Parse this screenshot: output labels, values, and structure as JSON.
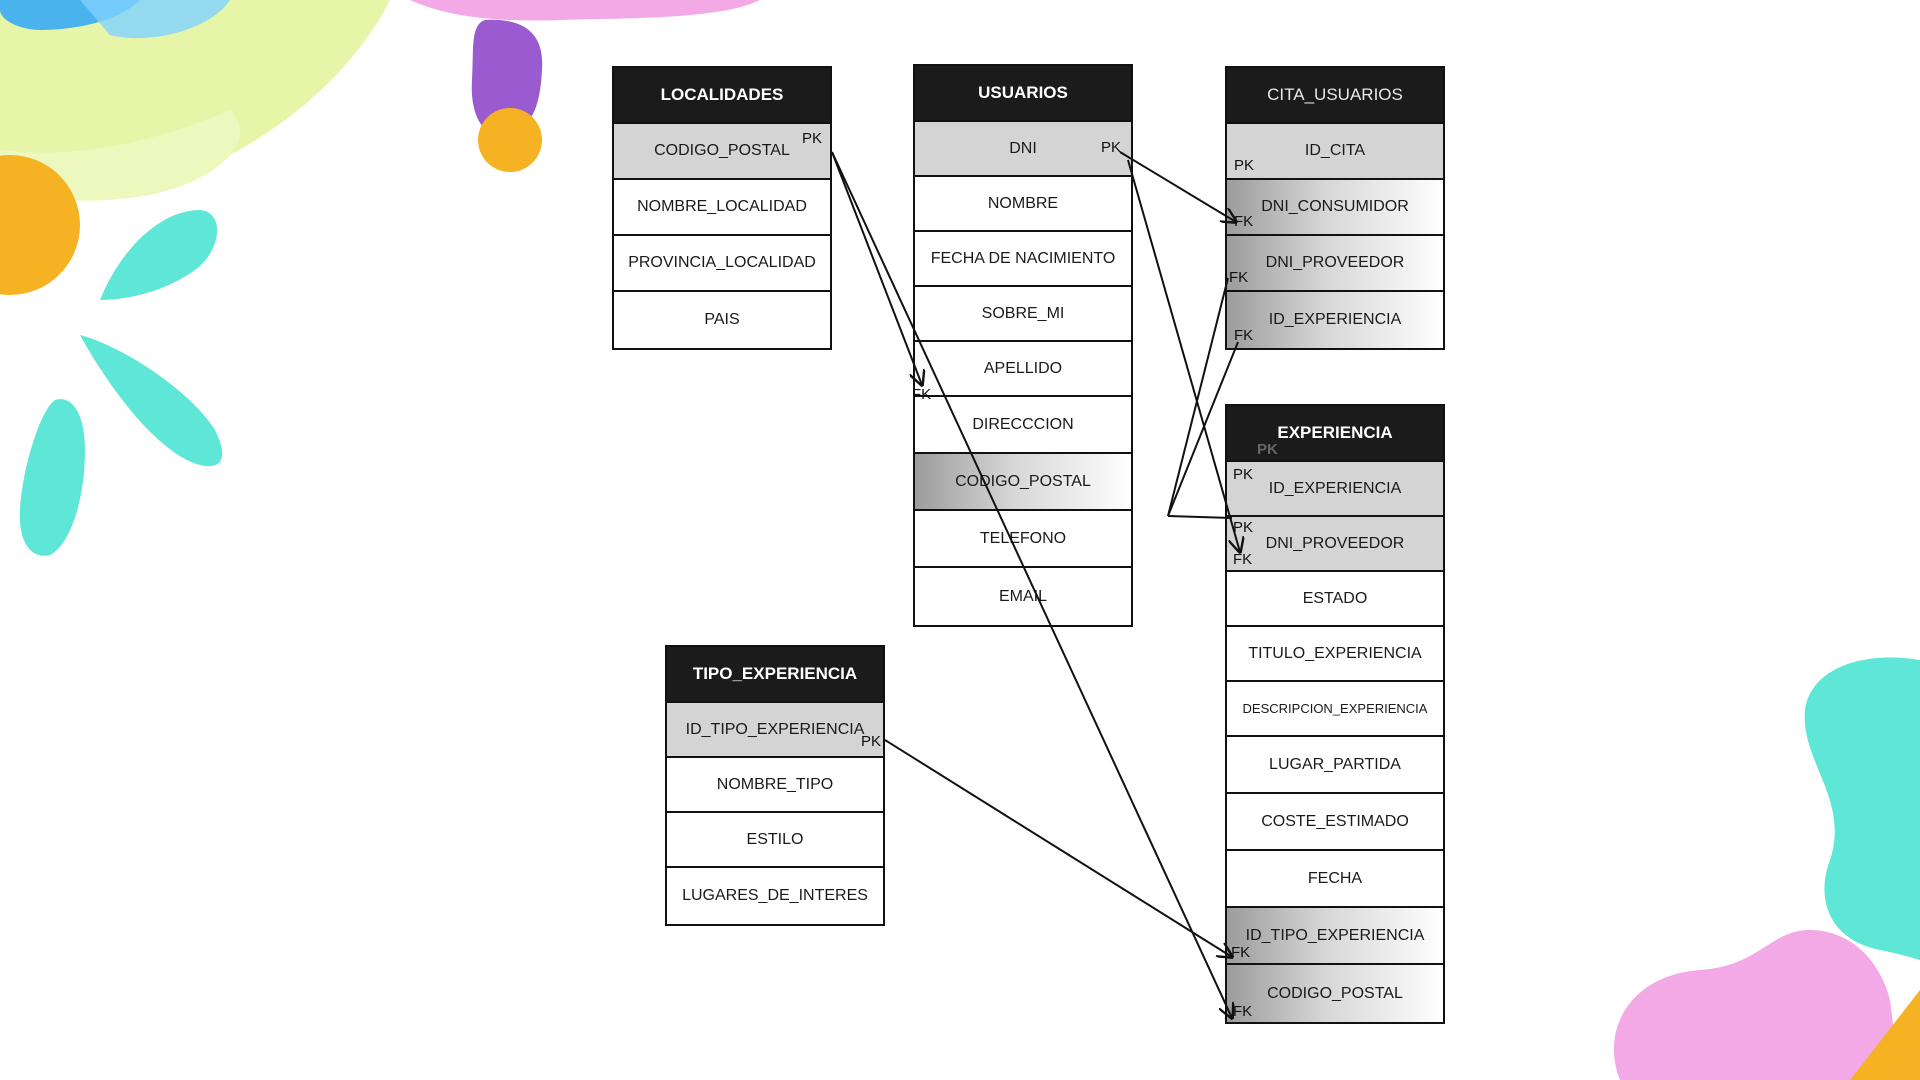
{
  "tables": {
    "localidades": {
      "title": "LOCALIDADES",
      "rows": [
        "CODIGO_POSTAL",
        "NOMBRE_LOCALIDAD",
        "PROVINCIA_LOCALIDAD",
        "PAIS"
      ]
    },
    "usuarios": {
      "title": "USUARIOS",
      "rows": [
        "DNI",
        "NOMBRE",
        "FECHA DE NACIMIENTO",
        "SOBRE_MI",
        "APELLIDO",
        "DIRECCCION",
        "CODIGO_POSTAL",
        "TELEFONO",
        "EMAIL"
      ]
    },
    "cita_usuarios": {
      "title": "CITA_USUARIOS",
      "rows": [
        "ID_CITA",
        "DNI_CONSUMIDOR",
        "DNI_PROVEEDOR",
        "ID_EXPERIENCIA"
      ]
    },
    "experiencia": {
      "title": "EXPERIENCIA",
      "rows": [
        "ID_EXPERIENCIA",
        "DNI_PROVEEDOR",
        "ESTADO",
        "TITULO_EXPERIENCIA",
        "DESCRIPCION_EXPERIENCIA",
        "LUGAR_PARTIDA",
        "COSTE_ESTIMADO",
        "FECHA",
        "ID_TIPO_EXPERIENCIA",
        "CODIGO_POSTAL"
      ]
    },
    "tipo_experiencia": {
      "title": "TIPO_EXPERIENCIA",
      "rows": [
        "ID_TIPO_EXPERIENCIA",
        "NOMBRE_TIPO",
        "ESTILO",
        "LUGARES_DE_INTERES"
      ]
    }
  },
  "key_labels": {
    "pk": "PK",
    "fk": "FK"
  },
  "colors": {
    "header_bg": "#1b1b1b",
    "key_row_bg": "#d4d4d4",
    "line": "#111111",
    "decor_yellow_green": "#e6f5a8",
    "decor_teal": "#5ee6d6",
    "decor_orange": "#f5b324",
    "decor_purple": "#9a5bd0",
    "decor_pink": "#f2a9e6",
    "decor_blue": "#4ab3ee"
  }
}
